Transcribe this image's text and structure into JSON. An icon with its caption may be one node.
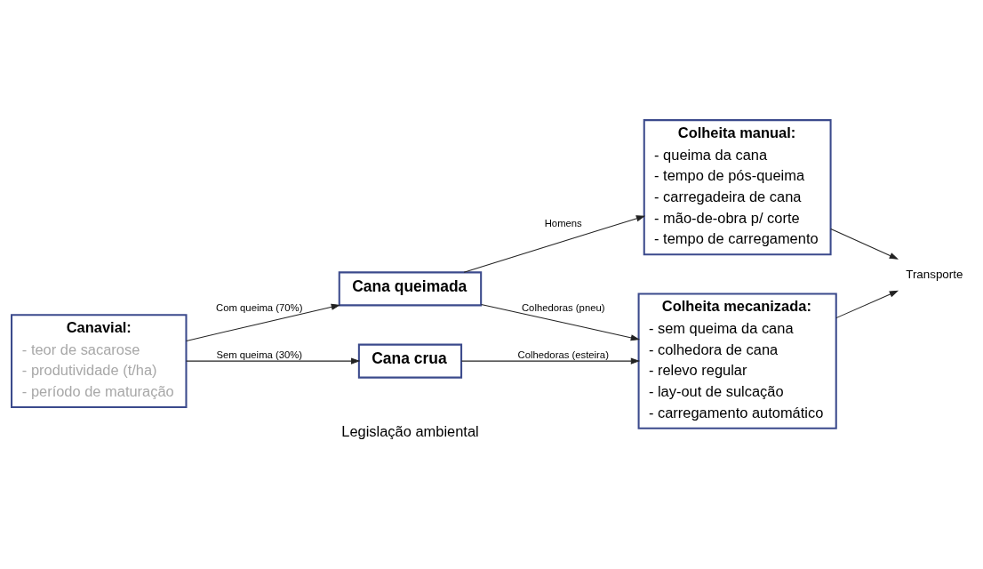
{
  "diagram": {
    "nodes": [
      {
        "text": [
          "Canavial:",
          "- teor de sacarose",
          "- produtividade (t/ha)",
          "- período de maturação"
        ]
      },
      {
        "text": [
          "Cana queimada"
        ]
      },
      {
        "text": [
          "Colheita manual:",
          "- queima da cana",
          "- tempo de pós-queima",
          "- carregadeira de cana",
          "- mão-de-obra p/ corte",
          "- tempo de carregamento"
        ]
      },
      {
        "text": [
          "Cana crua"
        ]
      },
      {
        "text": [
          "Colheita mecanizada:",
          "- sem queima da cana",
          "- colhedora de cana",
          "- relevo regular",
          "- lay-out de sulcação",
          "- carregamento automático"
        ]
      },
      {
        "text": [
          "Transporte"
        ]
      }
    ],
    "edges": [
      {
        "from": 0,
        "to": 1,
        "arrow": "to",
        "label": "Com queima (70%)"
      },
      {
        "from": 0,
        "to": 3,
        "arrow": "to",
        "label": "Sem queima (30%)"
      },
      {
        "from": 1,
        "to": 2,
        "arrow": "to",
        "label": "Homens"
      },
      {
        "from": 1,
        "to": 4,
        "arrow": "to",
        "label": "Colhedoras (pneu)"
      },
      {
        "from": 3,
        "to": 4,
        "arrow": "to",
        "label": "Colhedoras (esteira)"
      },
      {
        "from": 2,
        "to": 5,
        "arrow": "to"
      },
      {
        "from": 4,
        "to": 5,
        "arrow": "to"
      }
    ],
    "labels": [
      "Legislação ambiental"
    ]
  }
}
